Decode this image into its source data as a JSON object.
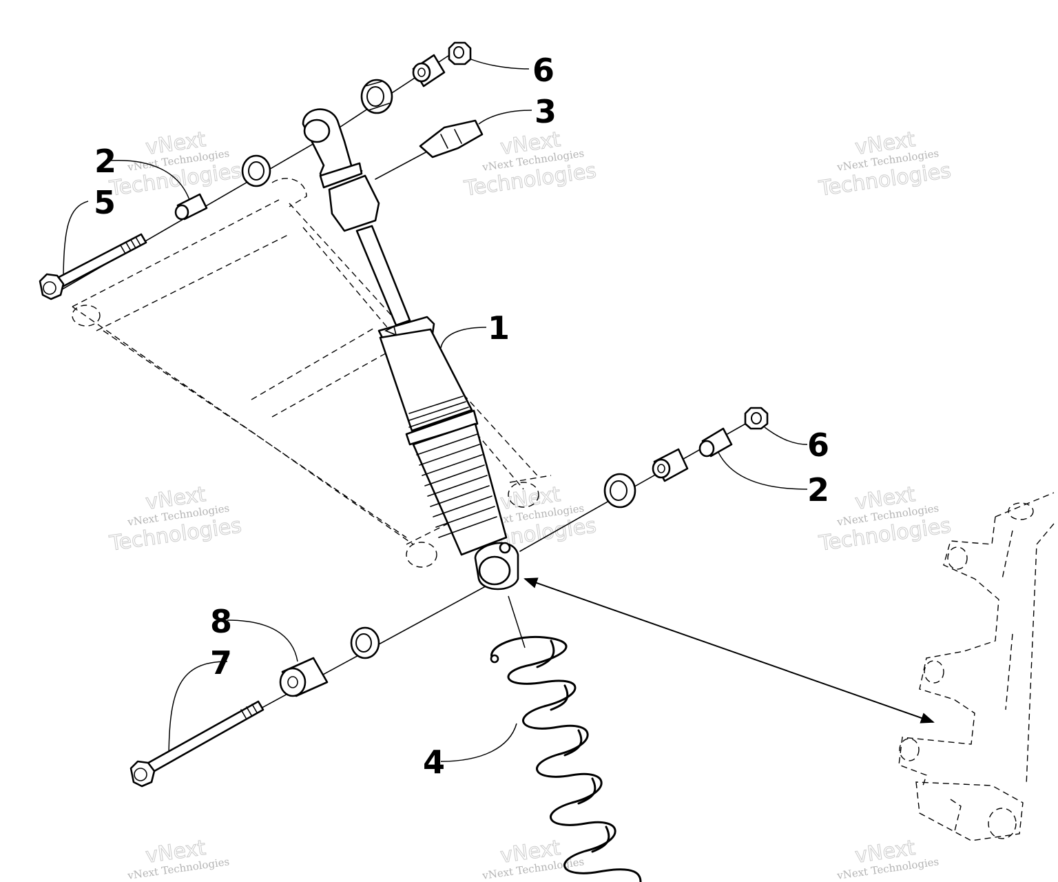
{
  "diagram": {
    "callouts": [
      {
        "id": "callout-1",
        "text": "1"
      },
      {
        "id": "callout-2-top",
        "text": "2"
      },
      {
        "id": "callout-2-right",
        "text": "2"
      },
      {
        "id": "callout-3",
        "text": "3"
      },
      {
        "id": "callout-4",
        "text": "4"
      },
      {
        "id": "callout-5",
        "text": "5"
      },
      {
        "id": "callout-6-top",
        "text": "6"
      },
      {
        "id": "callout-6-right",
        "text": "6"
      },
      {
        "id": "callout-7",
        "text": "7"
      },
      {
        "id": "callout-8",
        "text": "8"
      }
    ],
    "watermark": {
      "line1": "vNext Technologies",
      "line2": "Technologies",
      "line3": "vNext"
    },
    "parts": [
      "shock-absorber",
      "spring",
      "a-arm",
      "spindle",
      "bolts",
      "nuts",
      "bushings",
      "spacers",
      "washers"
    ]
  }
}
